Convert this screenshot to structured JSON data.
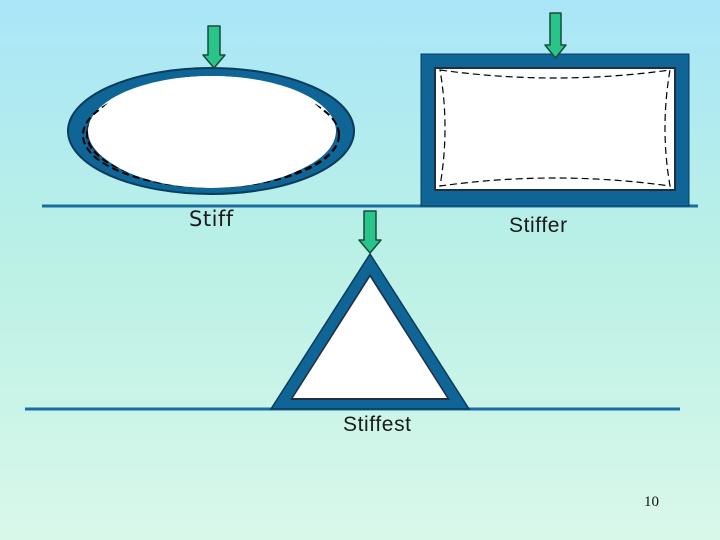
{
  "labels": {
    "stiff": "Stiff",
    "stiffer": "Stiffer",
    "stiffest": "Stiffest"
  },
  "page_number": "10",
  "colors": {
    "frame_blue": "#0e6596",
    "frame_dark": "#0a3c5c",
    "ground_line": "#1a6d9e",
    "arrow_green": "#28c48a",
    "arrow_outline": "#1a4a3a",
    "fill_white": "#ffffff"
  },
  "icons": {
    "load_arrow": "down-arrow-icon"
  }
}
